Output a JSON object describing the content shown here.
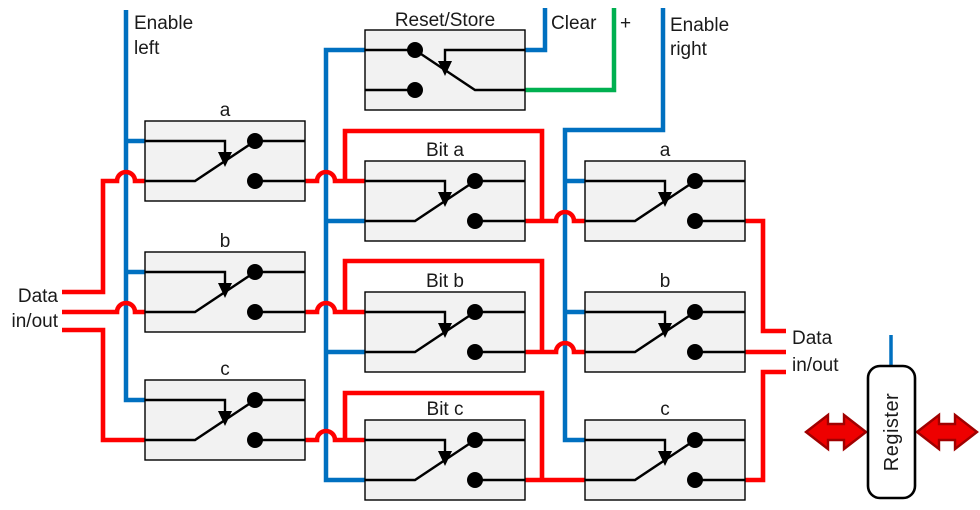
{
  "diagram": {
    "type": "circuit-schematic",
    "labels": {
      "enable_left": [
        "Enable",
        "left"
      ],
      "reset_store": "Reset/Store",
      "clear": "Clear",
      "plus": "+",
      "enable_right": [
        "Enable",
        "right"
      ],
      "data_left": [
        "Data",
        "in/out"
      ],
      "data_right": [
        "Data",
        "in/out"
      ],
      "register": "Register",
      "left_column": [
        "a",
        "b",
        "c"
      ],
      "middle_column": [
        "Bit a",
        "Bit b",
        "Bit c"
      ],
      "right_column": [
        "a",
        "b",
        "c"
      ]
    },
    "colors": {
      "enable_wire": "#0070C0",
      "data_wire": "#FF0000",
      "supply_wire": "#00B050",
      "arrow_fill": "#EE0000",
      "arrow_outline": "#A00000",
      "switch_fill": "#F2F2F2",
      "ink": "#000000"
    }
  }
}
